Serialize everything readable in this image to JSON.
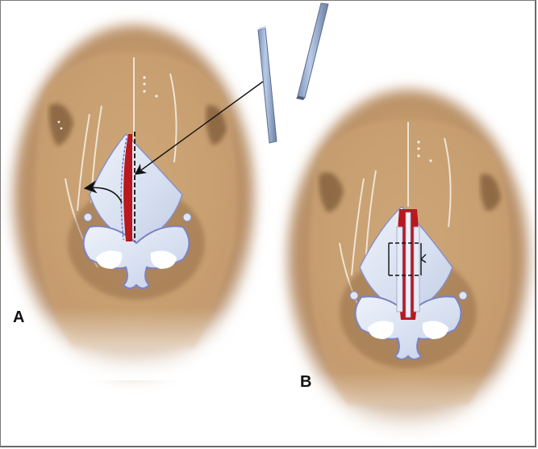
{
  "figure": {
    "panels": [
      {
        "id": "A",
        "label": "A",
        "description": "Nasal dorsum with upper lateral cartilage separated from septum; arrow indicates graft placement; curved arrow shows cartilage displacement"
      },
      {
        "id": "B",
        "label": "B",
        "description": "Bilateral spreader grafts placed alongside septum and secured with suture (dashed box)"
      }
    ],
    "grafts": {
      "count": 2,
      "color": "#9fb4d8",
      "shadow": "#6f7f9a"
    },
    "colors": {
      "skin": "#c9a47a",
      "skin_dark": "#8a5a30",
      "cartilage": "#dfe6f2",
      "cartilage_outline": "#7d82c4",
      "septum_cut": "#b8181e",
      "pointer": "#111111"
    }
  }
}
